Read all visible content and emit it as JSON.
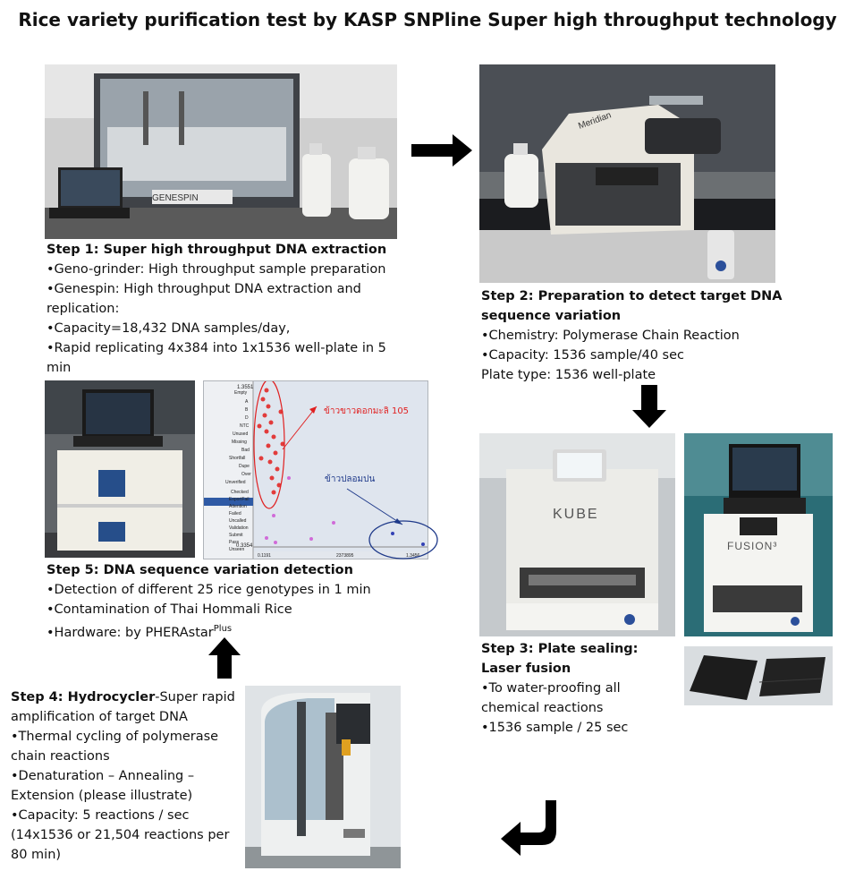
{
  "title": "Rice variety purification test by KASP SNPline Super high throughput technology",
  "step1": {
    "heading": "Step 1: Super high throughput DNA extraction",
    "bullets": [
      "•Geno-grinder: High throughput sample preparation",
      "•Genespin: High throughput DNA extraction and replication:",
      "•Capacity=18,432 DNA samples/day,",
      "•Rapid replicating 4x384 into 1x1536 well-plate in 5 min"
    ],
    "machine_label": "GENESPIN"
  },
  "step2": {
    "heading": "Step 2: Preparation to detect target DNA sequence variation",
    "bullets": [
      "•Chemistry: Polymerase Chain Reaction",
      "•Capacity: 1536 sample/40 sec",
      "Plate type: 1536 well-plate"
    ],
    "machine_label": "Meridian"
  },
  "step3": {
    "heading": "Step 3: Plate sealing: Laser fusion",
    "bullets": [
      "•To water-proofing all chemical reactions",
      "•1536 sample / 25 sec"
    ],
    "kube_label": "KUBE",
    "fusion_label": "FUSION³"
  },
  "step4": {
    "heading": "Step 4: Hydrocycler",
    "heading_rest": "-Super rapid amplification of target DNA",
    "bullets": [
      "•Thermal cycling of polymerase chain reactions",
      "•Denaturation – Annealing – Extension (please illustrate)",
      "•Capacity: 5 reactions / sec (14x1536 or 21,504 reactions per 80 min)"
    ]
  },
  "step5": {
    "heading": "Step 5: DNA sequence variation detection",
    "bullets": [
      "•Detection of different 25 rice genotypes in 1 min",
      "•Contamination of Thai Hommali Rice",
      "•Hardware: by PHERAstar"
    ],
    "superscript": "Plus"
  },
  "screenshot": {
    "label_pure": "ข้าวขาวดอกมะลิ 105",
    "label_mixed": "ข้าวปลอมปน",
    "top_value": "1.3551",
    "bottom_value": "0.3354",
    "x_mid": "2373895",
    "x_left": "0.1191",
    "x_right": "1.3456",
    "menu_items": [
      "Checked",
      "ExportFail",
      "Attention",
      "Failed",
      "Uncalled",
      "Validation",
      "Submit",
      "Pass",
      "Unseen"
    ],
    "side_items": [
      "Empty",
      "A",
      "B",
      "D",
      "NTC",
      "Unused",
      "Missing",
      "Bad",
      "Shortfall",
      "Dupe",
      "Over",
      "Unverified"
    ]
  },
  "colors": {
    "arrow": "#000000",
    "annotation_red": "#e02020",
    "annotation_blue": "#1f3a8a",
    "pure_dots": "#e23b3b",
    "mixed_dots": "#d06bd8"
  }
}
